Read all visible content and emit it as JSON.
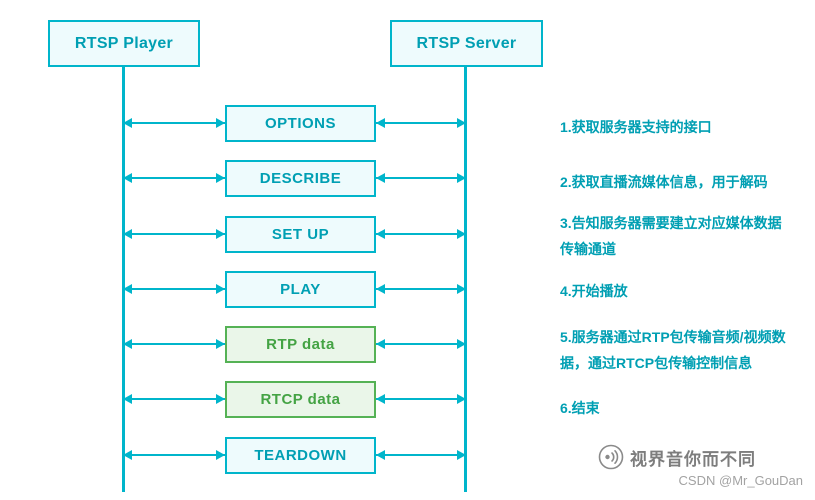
{
  "diagram": {
    "actors": [
      {
        "label": "RTSP Player"
      },
      {
        "label": "RTSP Server"
      }
    ],
    "messages": [
      {
        "label": "OPTIONS"
      },
      {
        "label": "DESCRIBE"
      },
      {
        "label": "SET UP"
      },
      {
        "label": "PLAY"
      },
      {
        "label": "RTP data"
      },
      {
        "label": "RTCP data"
      },
      {
        "label": "TEARDOWN"
      }
    ],
    "annotations": [
      {
        "text": "1.获取服务器支持的接口"
      },
      {
        "text": "2.获取直播流媒体信息，用于解码"
      },
      {
        "text": "3.告知服务器需要建立对应媒体数据传输通道"
      },
      {
        "text": "4.开始播放"
      },
      {
        "text": "5.服务器通过RTP包传输音频/视频数据，通过RTCP包传输控制信息"
      },
      {
        "text": "6.结束"
      }
    ]
  },
  "watermark": {
    "brand": "视界音你而不同",
    "credit": "CSDN @Mr_GouDan"
  },
  "colors": {
    "accent": "#00b5cb",
    "accent_text": "#009fb3",
    "cyan_bg": "#eefbfd",
    "green": "#55b255",
    "green_bg": "#eaf6e9",
    "green_text": "#44a344",
    "gray_text": "#7d7d7d",
    "gray_light": "#a3a3a3"
  }
}
